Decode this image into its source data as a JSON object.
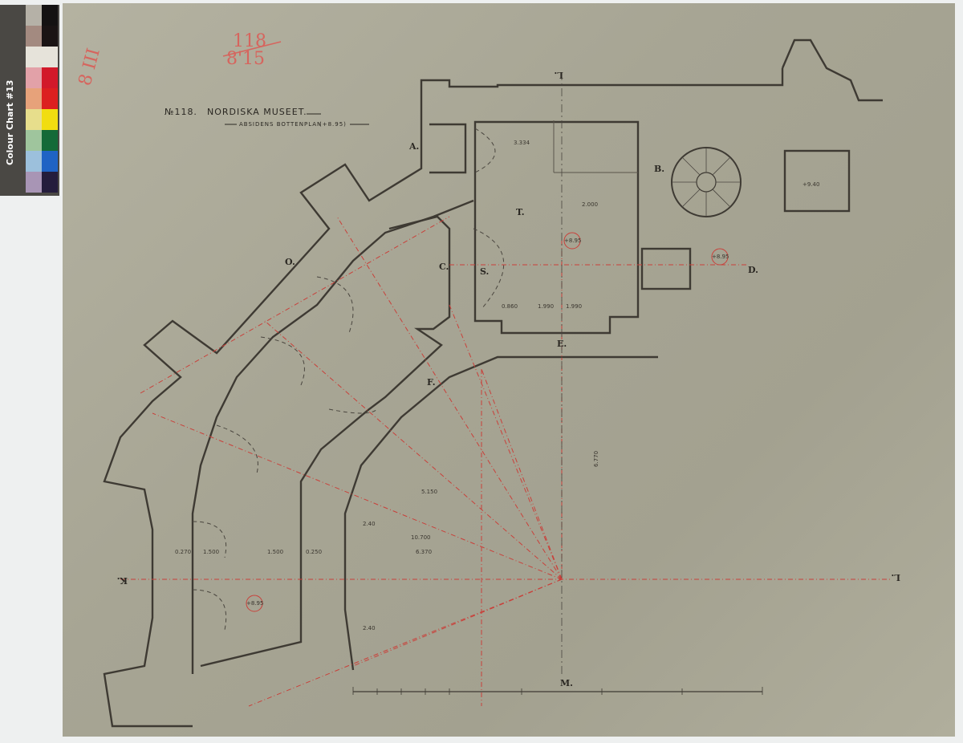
{
  "colour_chart": {
    "label": "Colour Chart #13",
    "swatches_light": [
      "#b5b1a7",
      "#a38a80",
      "#e6e3da",
      "#e2a1a8",
      "#e7a27a",
      "#e7de8c",
      "#9fc59d",
      "#9cc0dc",
      "#a895b5"
    ],
    "swatches_dark": [
      "#141212",
      "#1a1414",
      "#e6e3da",
      "#d2192a",
      "#dc2020",
      "#f1dd10",
      "#146a38",
      "#1f63c4",
      "#241d3c"
    ]
  },
  "pencil_notes": {
    "fraction_top": "118",
    "fraction_bottom": "8'15",
    "side_note": "8 III"
  },
  "title": {
    "number": "№118.",
    "name": "NORDISKA MUSEET.",
    "subtitle": "ABSIDENS BOTTENPLAN",
    "level": "(+8.95)"
  },
  "section_labels": {
    "a": "A.",
    "b": "B.",
    "c": "C.",
    "d": "D.",
    "k": "K.",
    "l": "L.",
    "l2": "L.",
    "m": "M.",
    "t": "T.",
    "s": "S.",
    "e": "E.",
    "f": "F.",
    "o": "O."
  },
  "dimensions": [
    "6.770",
    "10.700",
    "6.370",
    "1.500",
    "1.500",
    "0.270",
    "0.250",
    "2.40",
    "2.40",
    "5.150",
    "3.334",
    "2.000",
    "1.990",
    "1.990",
    "0.860"
  ],
  "level_marks": [
    "+8.95",
    "+8.95",
    "+8.95",
    "+9.40"
  ],
  "colors": {
    "paper": "#a9a796",
    "ink": "#3e3a33",
    "red_ink": "#c9403a"
  }
}
